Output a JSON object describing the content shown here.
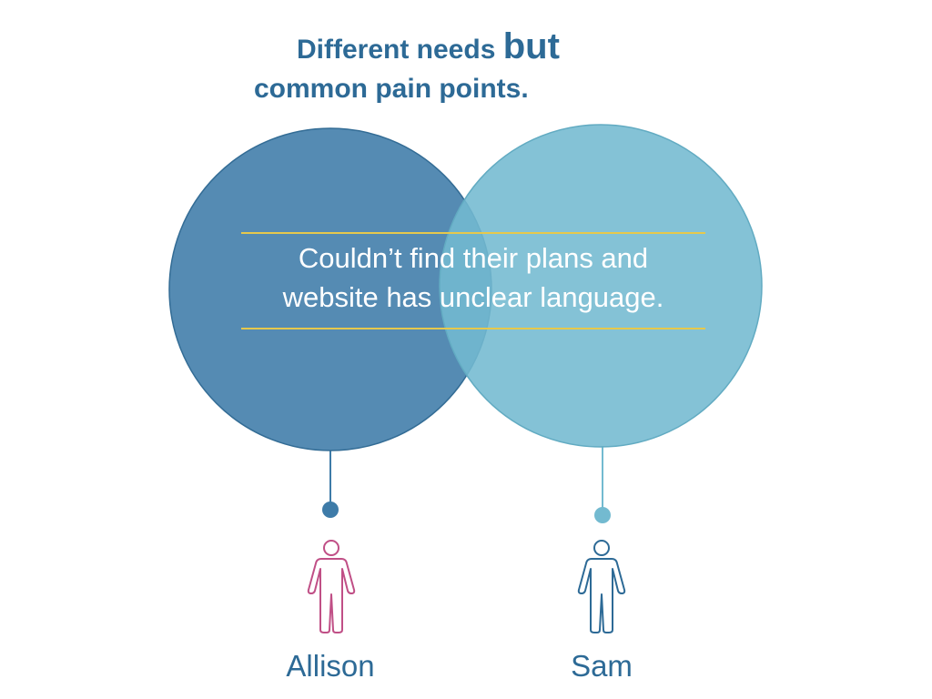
{
  "title": {
    "line1_prefix": "Different needs ",
    "line1_emphasis": "but",
    "line2": "common pain points."
  },
  "shared_pain_point": {
    "line1": "Couldn’t find their plans and",
    "line2": "website has unclear language."
  },
  "personas": [
    {
      "name": "Allison",
      "icon": "person-icon",
      "color": "#c04f86"
    },
    {
      "name": "Sam",
      "icon": "person-icon",
      "color": "#2d6a96"
    }
  ],
  "colors": {
    "title": "#2d6a96",
    "circle_left": "#3e7ba8",
    "circle_right": "#73bad0",
    "divider": "#e6c84c",
    "label_text": "#2d6a96"
  }
}
